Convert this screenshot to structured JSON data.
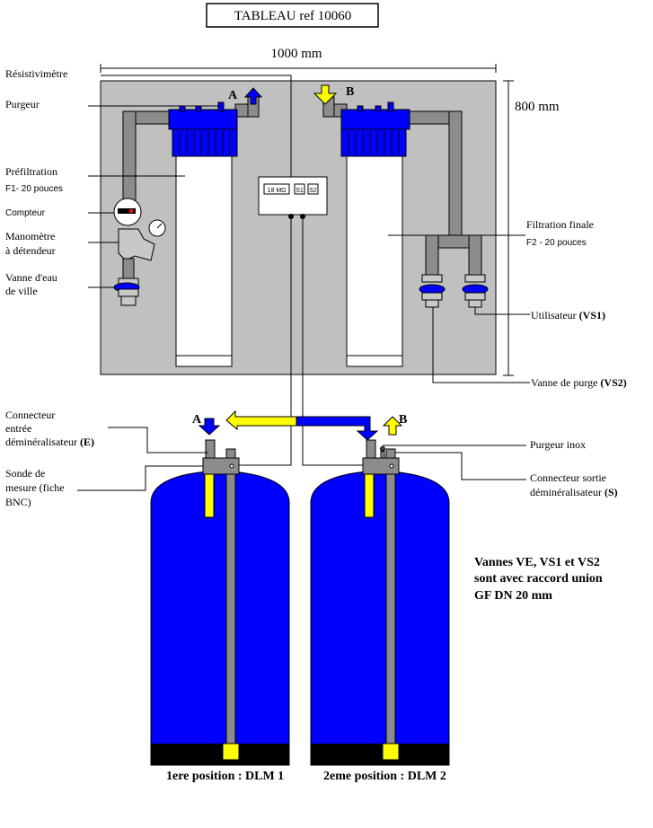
{
  "title": "TABLEAU ref 10060",
  "dimensions": {
    "width": "1000 mm",
    "height": "800 mm"
  },
  "meter_display": {
    "reading": "18 MΩ",
    "s1": "S1",
    "s2": "S2"
  },
  "markers": {
    "a_top": "A",
    "b_top": "B",
    "a_bottom": "A",
    "b_bottom": "B"
  },
  "labels_left": {
    "resistivimetre": "Résistivimètre",
    "purgeur": "Purgeur",
    "prefiltration_1": "Préfiltration",
    "prefiltration_2": "F1- 20 pouces",
    "compteur": "Compteur",
    "manometre_1": "Manomètre",
    "manometre_2": "à détendeur",
    "vanne_eau_1": "Vanne d'eau",
    "vanne_eau_2": "de ville",
    "connecteur_entree_1": "Connecteur",
    "connecteur_entree_2": "entrée",
    "connecteur_entree_3": "déminéralisateur",
    "connecteur_entree_code": "(E)",
    "sonde_1": "Sonde de",
    "sonde_2": "mesure (fiche",
    "sonde_3": "BNC)"
  },
  "labels_right": {
    "filtration_finale_1": "Filtration finale",
    "filtration_finale_2": "F2 - 20 pouces",
    "utilisateur": "Utilisateur",
    "utilisateur_code": "(VS1)",
    "vanne_purge": "Vanne de purge",
    "vanne_purge_code": "(VS2)",
    "purgeur_inox": "Purgeur inox",
    "connecteur_sortie_1": "Connecteur sortie",
    "connecteur_sortie_2": "déminéralisateur",
    "connecteur_sortie_code": "(S)"
  },
  "note": {
    "line1": "Vannes VE, VS1 et VS2",
    "line2": "sont avec raccord union",
    "line3": "GF DN 20 mm"
  },
  "positions": {
    "first": "1ere position : DLM 1",
    "second": "2eme position : DLM 2"
  },
  "colors": {
    "panel": "#c0c0c0",
    "pipe": "#8c8c8c",
    "blue": "#0000ff",
    "dark_blue": "#1414b4",
    "yellow": "#ffff00",
    "black": "#000000"
  }
}
